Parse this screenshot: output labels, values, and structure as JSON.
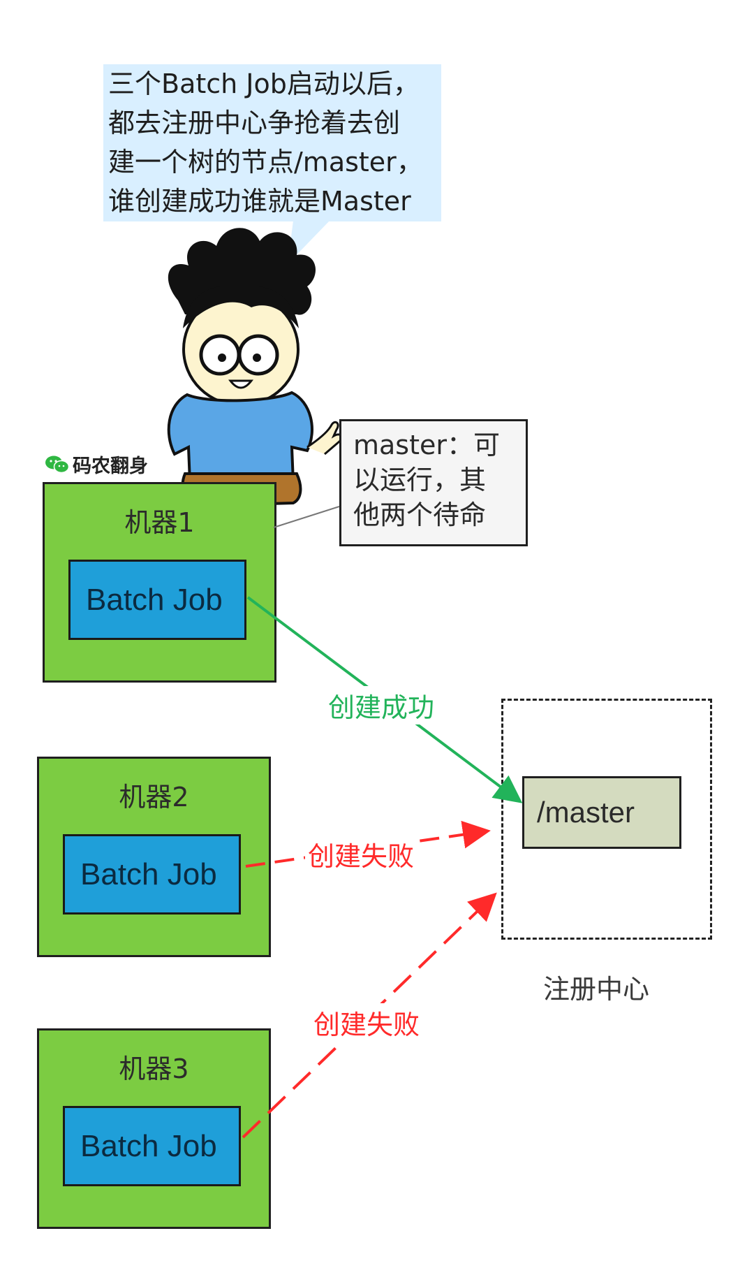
{
  "speech_bubble": {
    "text": "三个Batch  Job启动以后，\n都去注册中心争抢着去创\n建一个树的节点/master，\n谁创建成功谁就是Master"
  },
  "watermark": {
    "icon": "wechat-icon",
    "text": "码农翻身"
  },
  "machines": [
    {
      "label": "机器1",
      "job": "Batch Job"
    },
    {
      "label": "机器2",
      "job": "Batch Job"
    },
    {
      "label": "机器3",
      "job": "Batch Job"
    }
  ],
  "note": {
    "text": "master：可\n以运行，其\n他两个待命"
  },
  "registry": {
    "label": "注册中心",
    "node": "/master"
  },
  "arrows": [
    {
      "label": "创建成功",
      "color": "#22b35a",
      "style": "solid"
    },
    {
      "label": "创建失败",
      "color": "#ff2a2a",
      "style": "dashed"
    },
    {
      "label": "创建失败",
      "color": "#ff2a2a",
      "style": "dashed"
    }
  ],
  "colors": {
    "machine": "#7ccc42",
    "job": "#1f9fd9",
    "bubble": "#d9efff",
    "node": "#d4dbbf",
    "success": "#22b35a",
    "fail": "#ff2a2a"
  }
}
